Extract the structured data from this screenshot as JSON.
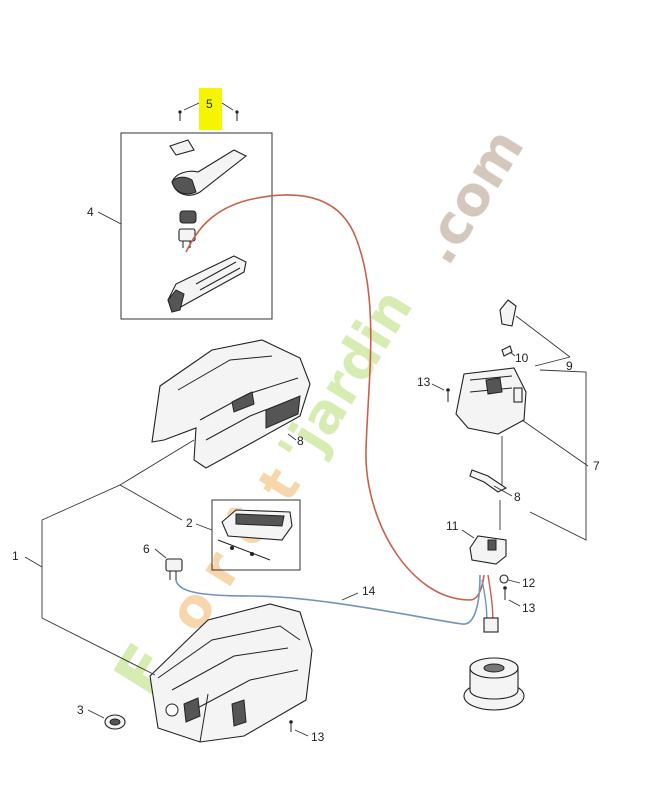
{
  "callouts": {
    "c1": "1",
    "c2": "2",
    "c3": "3",
    "c4": "4",
    "c5": "5",
    "c6": "6",
    "c7": "7",
    "c8a": "8",
    "c8b": "8",
    "c9": "9",
    "c10": "10",
    "c11": "11",
    "c12": "12",
    "c13a": "13",
    "c13b": "13",
    "c13c": "13",
    "c14": "14"
  },
  "watermark": {
    "brand_text": "Forêt'jardin.com"
  },
  "colors": {
    "highlight": "#f5f500",
    "wire_red": "#c9604b",
    "wire_blue": "#6f94bf",
    "watermark_green": "#cfe9a4",
    "watermark_orange": "#f6cf9c",
    "watermark_gray": "#cdbfb2"
  }
}
